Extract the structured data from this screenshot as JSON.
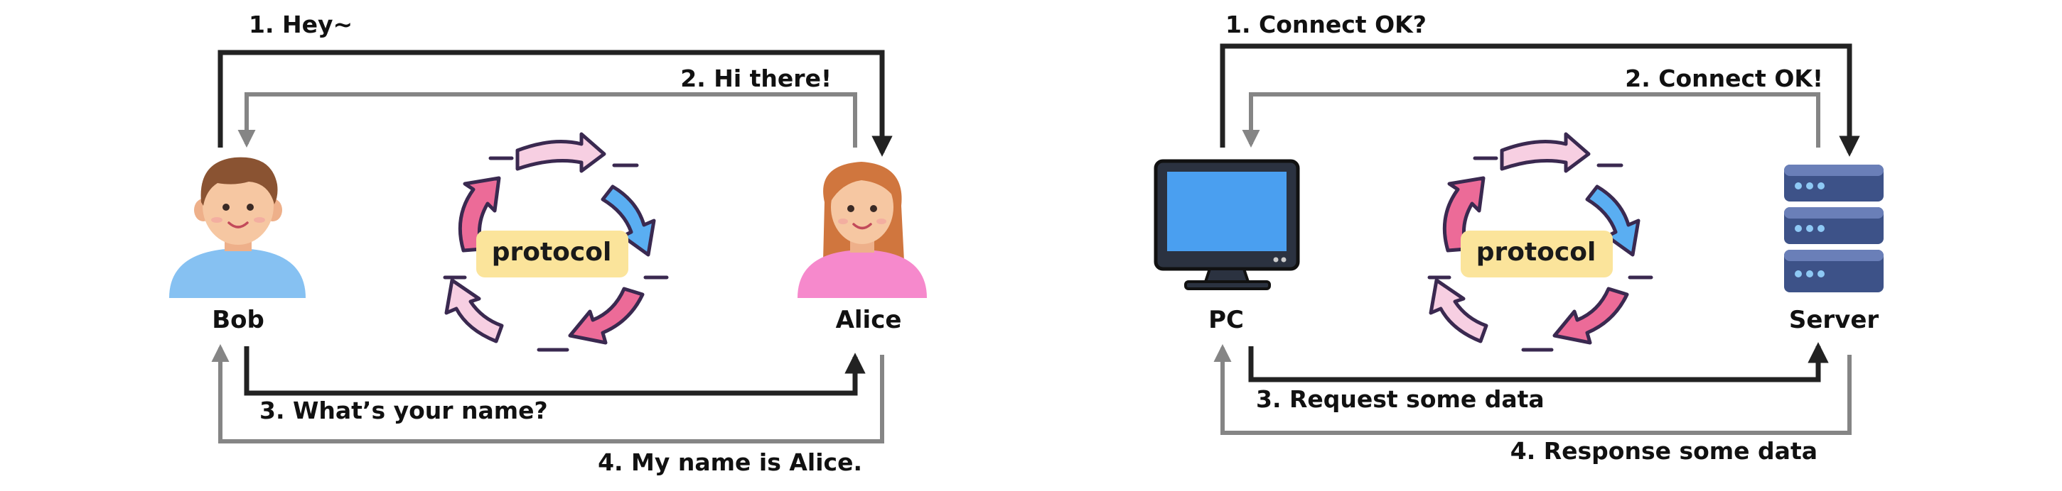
{
  "left_diagram": {
    "left_actor": "Bob",
    "right_actor": "Alice",
    "center_label": "protocol",
    "messages": [
      "1. Hey~",
      "2. Hi there!",
      "3. What’s your name?",
      "4. My name is Alice."
    ]
  },
  "right_diagram": {
    "left_actor": "PC",
    "right_actor": "Server",
    "center_label": "protocol",
    "messages": [
      "1. Connect OK?",
      "2. Connect OK!",
      "3. Request some data",
      "4. Response some data"
    ]
  },
  "colors": {
    "arrow_dark": "#222222",
    "arrow_gray": "#858585",
    "cycle_pink_light": "#f7cfe2",
    "cycle_pink": "#ec6b98",
    "cycle_blue": "#5aaef2",
    "cycle_outline": "#3a2950",
    "protocol_box": "#fbe49b",
    "person_shirt_blue": "#86c1f2",
    "person_shirt_pink": "#f689cc",
    "skin": "#f6c7a2",
    "hair_bob": "#8a5332",
    "hair_alice": "#d0763e",
    "monitor_screen": "#4a9ff0",
    "server_body": "#3d5288",
    "server_led": "#8ec9f5"
  }
}
